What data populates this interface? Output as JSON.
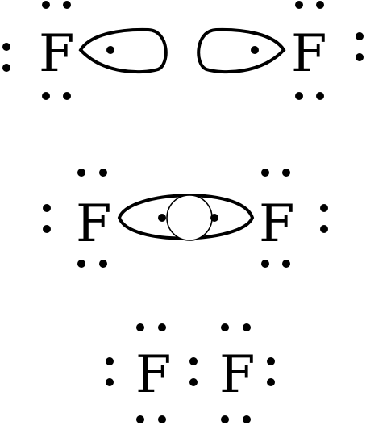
{
  "diagram": {
    "description_rows": [
      "separate-atoms",
      "orbital-overlap",
      "lewis-structure"
    ],
    "atoms": {
      "row1_left": "F",
      "row1_right": "F",
      "row2_left": "F",
      "row2_right": "F",
      "row3_left": "F",
      "row3_right": "F"
    }
  }
}
